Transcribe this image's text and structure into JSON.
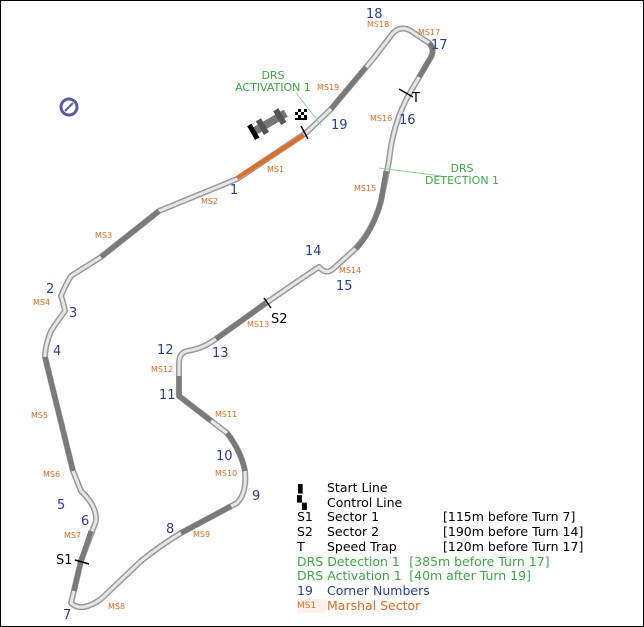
{
  "corners": [
    "1",
    "2",
    "3",
    "4",
    "5",
    "6",
    "7",
    "8",
    "9",
    "10",
    "11",
    "12",
    "13",
    "14",
    "15",
    "16",
    "17",
    "18",
    "19"
  ],
  "marshal_sectors": [
    "MS1",
    "MS2",
    "MS3",
    "MS4",
    "MS5",
    "MS6",
    "MS7",
    "MS8",
    "MS9",
    "MS10",
    "MS11",
    "MS12",
    "MS13",
    "MS14",
    "MS15",
    "MS16",
    "MS17",
    "MS18",
    "MS19"
  ],
  "markers": {
    "s1": "S1",
    "s2": "S2",
    "t": "T"
  },
  "drs": {
    "activation": [
      "DRS",
      "ACTIVATION 1"
    ],
    "detection": [
      "DRS",
      "DETECTION 1"
    ]
  },
  "legend": [
    {
      "code": "",
      "label": "Start Line",
      "note": "",
      "color": "#000000"
    },
    {
      "code": "",
      "label": "Control Line",
      "note": "",
      "color": "#000000"
    },
    {
      "code": "S1",
      "label": "Sector 1",
      "note": "[115m before Turn 7]",
      "color": "#000000"
    },
    {
      "code": "S2",
      "label": "Sector 2",
      "note": "[190m before Turn 14]",
      "color": "#000000"
    },
    {
      "code": "T",
      "label": "Speed Trap",
      "note": "[120m before Turn 17]",
      "color": "#000000"
    },
    {
      "code": "DRS",
      "label": "Detection 1",
      "note": "[385m before Turn 17]",
      "color": "#3aaa45"
    },
    {
      "code": "DRS",
      "label": "Activation 1",
      "note": "[40m after Turn 19]",
      "color": "#3aaa45"
    },
    {
      "code": "19",
      "label": "Corner Numbers",
      "note": "",
      "color": "#2b3d94"
    },
    {
      "code": "MS1",
      "label": "Marshal Sector",
      "note": "",
      "color": "#e46b1f"
    }
  ]
}
